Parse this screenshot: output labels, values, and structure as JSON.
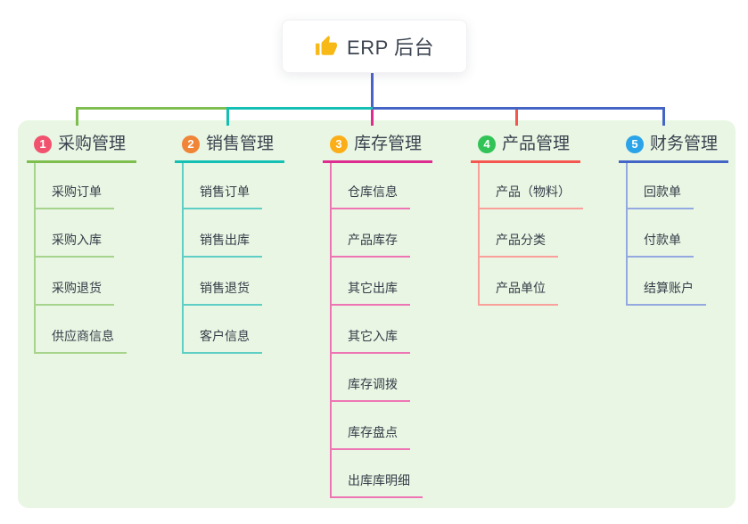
{
  "root": {
    "title": "ERP 后台",
    "icon": "thumbs-up-icon",
    "icon_color": "#f7b916",
    "stem_color": "#4b63c7"
  },
  "panel": {
    "background": "#e9f6e4"
  },
  "branches": [
    {
      "index": "1",
      "title": "采购管理",
      "badge_color": "#f1536e",
      "line_color": "#7dbe4f",
      "child_line_color": "#a6d48c",
      "children": [
        "采购订单",
        "采购入库",
        "采购退货",
        "供应商信息"
      ]
    },
    {
      "index": "2",
      "title": "销售管理",
      "badge_color": "#f08437",
      "line_color": "#14bfb4",
      "child_line_color": "#5fcec5",
      "children": [
        "销售订单",
        "销售出库",
        "销售退货",
        "客户信息"
      ]
    },
    {
      "index": "3",
      "title": "库存管理",
      "badge_color": "#fbae17",
      "line_color": "#de2b8e",
      "child_line_color": "#ee75b4",
      "children": [
        "仓库信息",
        "产品库存",
        "其它出库",
        "其它入库",
        "库存调拨",
        "库存盘点",
        "出库库明细"
      ]
    },
    {
      "index": "4",
      "title": "产品管理",
      "badge_color": "#31c356",
      "line_color": "#f4574e",
      "child_line_color": "#f9a09a",
      "children": [
        "产品（物料）",
        "产品分类",
        "产品单位"
      ]
    },
    {
      "index": "5",
      "title": "财务管理",
      "badge_color": "#2ba3e8",
      "line_color": "#4565c6",
      "child_line_color": "#93a9e0",
      "children": [
        "回款单",
        "付款单",
        "结算账户"
      ]
    }
  ]
}
